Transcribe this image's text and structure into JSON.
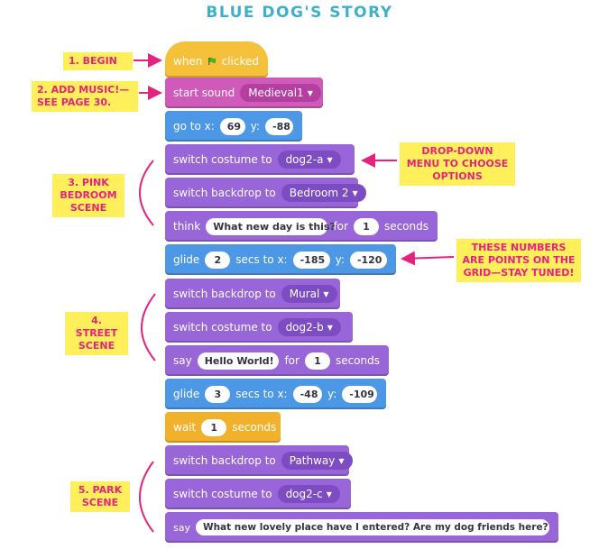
{
  "title": "BLUE DOG'S STORY",
  "script": {
    "when_flag": {
      "pre": "when",
      "post": "clicked"
    },
    "start_sound": {
      "label": "start sound",
      "value": "Medieval1"
    },
    "go_to": {
      "label": "go to x:",
      "x": "69",
      "ylabel": "y:",
      "y": "-88"
    },
    "switch_costume_1": {
      "label": "switch costume to",
      "value": "dog2-a"
    },
    "switch_backdrop_1": {
      "label": "switch backdrop to",
      "value": "Bedroom 2"
    },
    "think": {
      "label": "think",
      "text": "What new day is this?",
      "for": "for",
      "secs": "1",
      "unit": "seconds"
    },
    "glide_1": {
      "label": "glide",
      "secs": "2",
      "mid": "secs to x:",
      "x": "-185",
      "ylabel": "y:",
      "y": "-120"
    },
    "switch_backdrop_2": {
      "label": "switch backdrop to",
      "value": "Mural"
    },
    "switch_costume_2": {
      "label": "switch costume to",
      "value": "dog2-b"
    },
    "say_1": {
      "label": "say",
      "text": "Hello World!",
      "for": "for",
      "secs": "1",
      "unit": "seconds"
    },
    "glide_2": {
      "label": "glide",
      "secs": "3",
      "mid": "secs to x:",
      "x": "-48",
      "ylabel": "y:",
      "y": "-109"
    },
    "wait": {
      "label": "wait",
      "secs": "1",
      "unit": "seconds"
    },
    "switch_backdrop_3": {
      "label": "switch backdrop to",
      "value": "Pathway"
    },
    "switch_costume_3": {
      "label": "switch costume to",
      "value": "dog2-c"
    },
    "say_2": {
      "label": "say",
      "text": "What new lovely place have I entered? Are my dog friends here?"
    }
  },
  "annotations": {
    "begin": "1. BEGIN",
    "add_music": "2. ADD MUSIC!— SEE PAGE 30.",
    "pink_bedroom": "3. PINK BEDROOM SCENE",
    "dropdown_menu": "DROP-DOWN MENU TO CHOOSE OPTIONS",
    "grid_points": "THESE NUMBERS ARE POINTS ON THE GRID—STAY TUNED!",
    "street_scene": "4. STREET SCENE",
    "park_scene": "5. PARK SCENE"
  },
  "colors": {
    "title": "#3fb0c9",
    "events": "#f6c13a",
    "sound": "#cf5ab9",
    "motion": "#4c97e6",
    "looks": "#9866d8",
    "control": "#f2b12b",
    "note_bg": "#ffef5a",
    "note_text": "#e4237f"
  }
}
